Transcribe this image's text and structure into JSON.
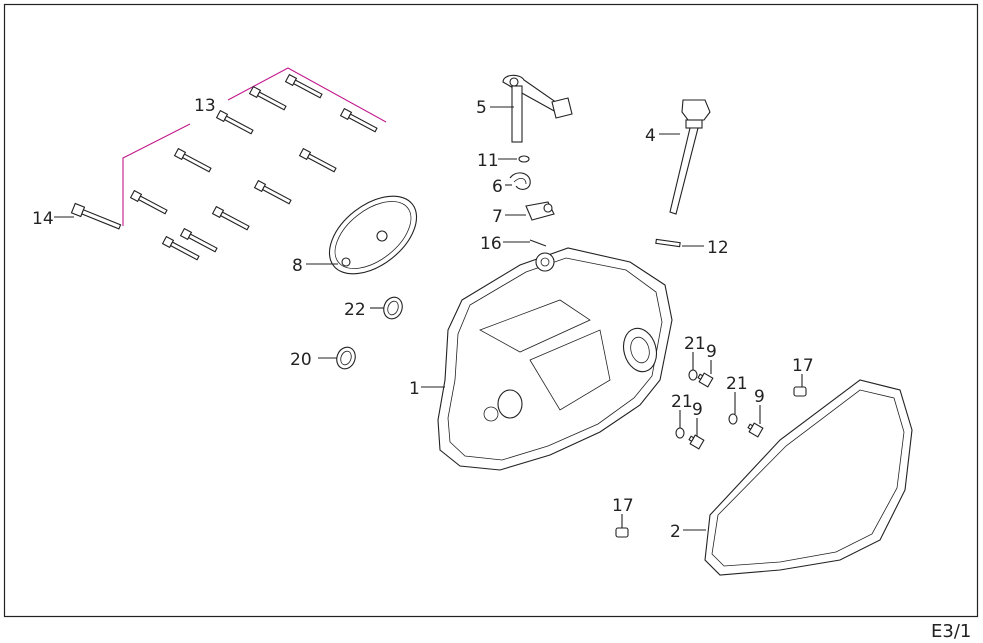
{
  "sheet_code": "E3/1",
  "colors": {
    "line": "#222222",
    "group_bracket": "#c2188c",
    "background": "#ffffff"
  },
  "callouts": [
    {
      "id": "1",
      "text": "1"
    },
    {
      "id": "2",
      "text": "2"
    },
    {
      "id": "4",
      "text": "4"
    },
    {
      "id": "5",
      "text": "5"
    },
    {
      "id": "6",
      "text": "6"
    },
    {
      "id": "7",
      "text": "7"
    },
    {
      "id": "8",
      "text": "8"
    },
    {
      "id": "9a",
      "text": "9"
    },
    {
      "id": "9b",
      "text": "9"
    },
    {
      "id": "9c",
      "text": "9"
    },
    {
      "id": "11",
      "text": "11"
    },
    {
      "id": "12",
      "text": "12"
    },
    {
      "id": "13",
      "text": "13"
    },
    {
      "id": "14",
      "text": "14"
    },
    {
      "id": "16",
      "text": "16"
    },
    {
      "id": "17a",
      "text": "17"
    },
    {
      "id": "17b",
      "text": "17"
    },
    {
      "id": "20",
      "text": "20"
    },
    {
      "id": "21a",
      "text": "21"
    },
    {
      "id": "21b",
      "text": "21"
    },
    {
      "id": "21c",
      "text": "21"
    },
    {
      "id": "22",
      "text": "22"
    }
  ]
}
